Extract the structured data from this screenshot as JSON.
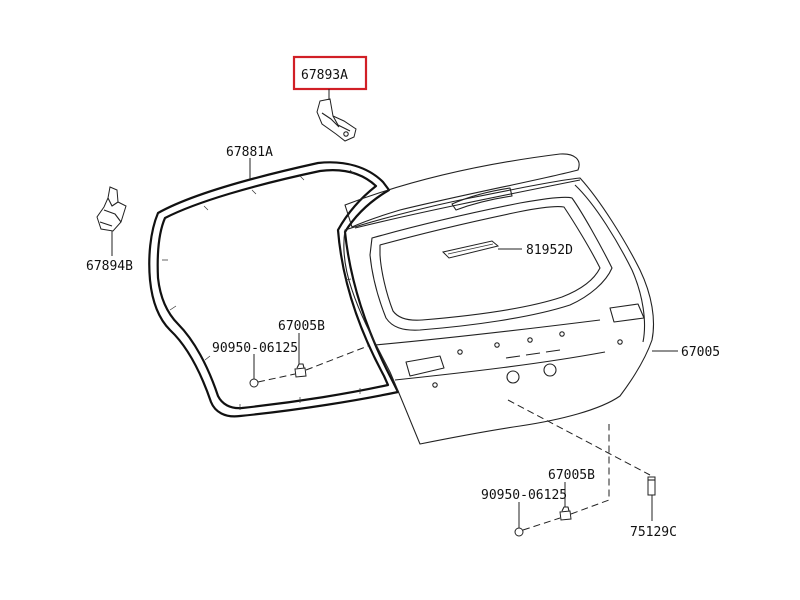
{
  "colors": {
    "line": "#222222",
    "highlight": "#d11f26",
    "background": "#ffffff"
  },
  "labels": {
    "hinge_upper": "67893A",
    "weatherstrip": "67881A",
    "hinge_side": "67894B",
    "backdoor_panel": "67005",
    "stop_lamp": "81952D",
    "bumper_upper": "67005B",
    "screw_upper": "90950-06125",
    "bumper_lower": "67005B",
    "screw_lower": "90950-06125",
    "cushion": "75129C"
  },
  "highlighted_label": "hinge_upper"
}
